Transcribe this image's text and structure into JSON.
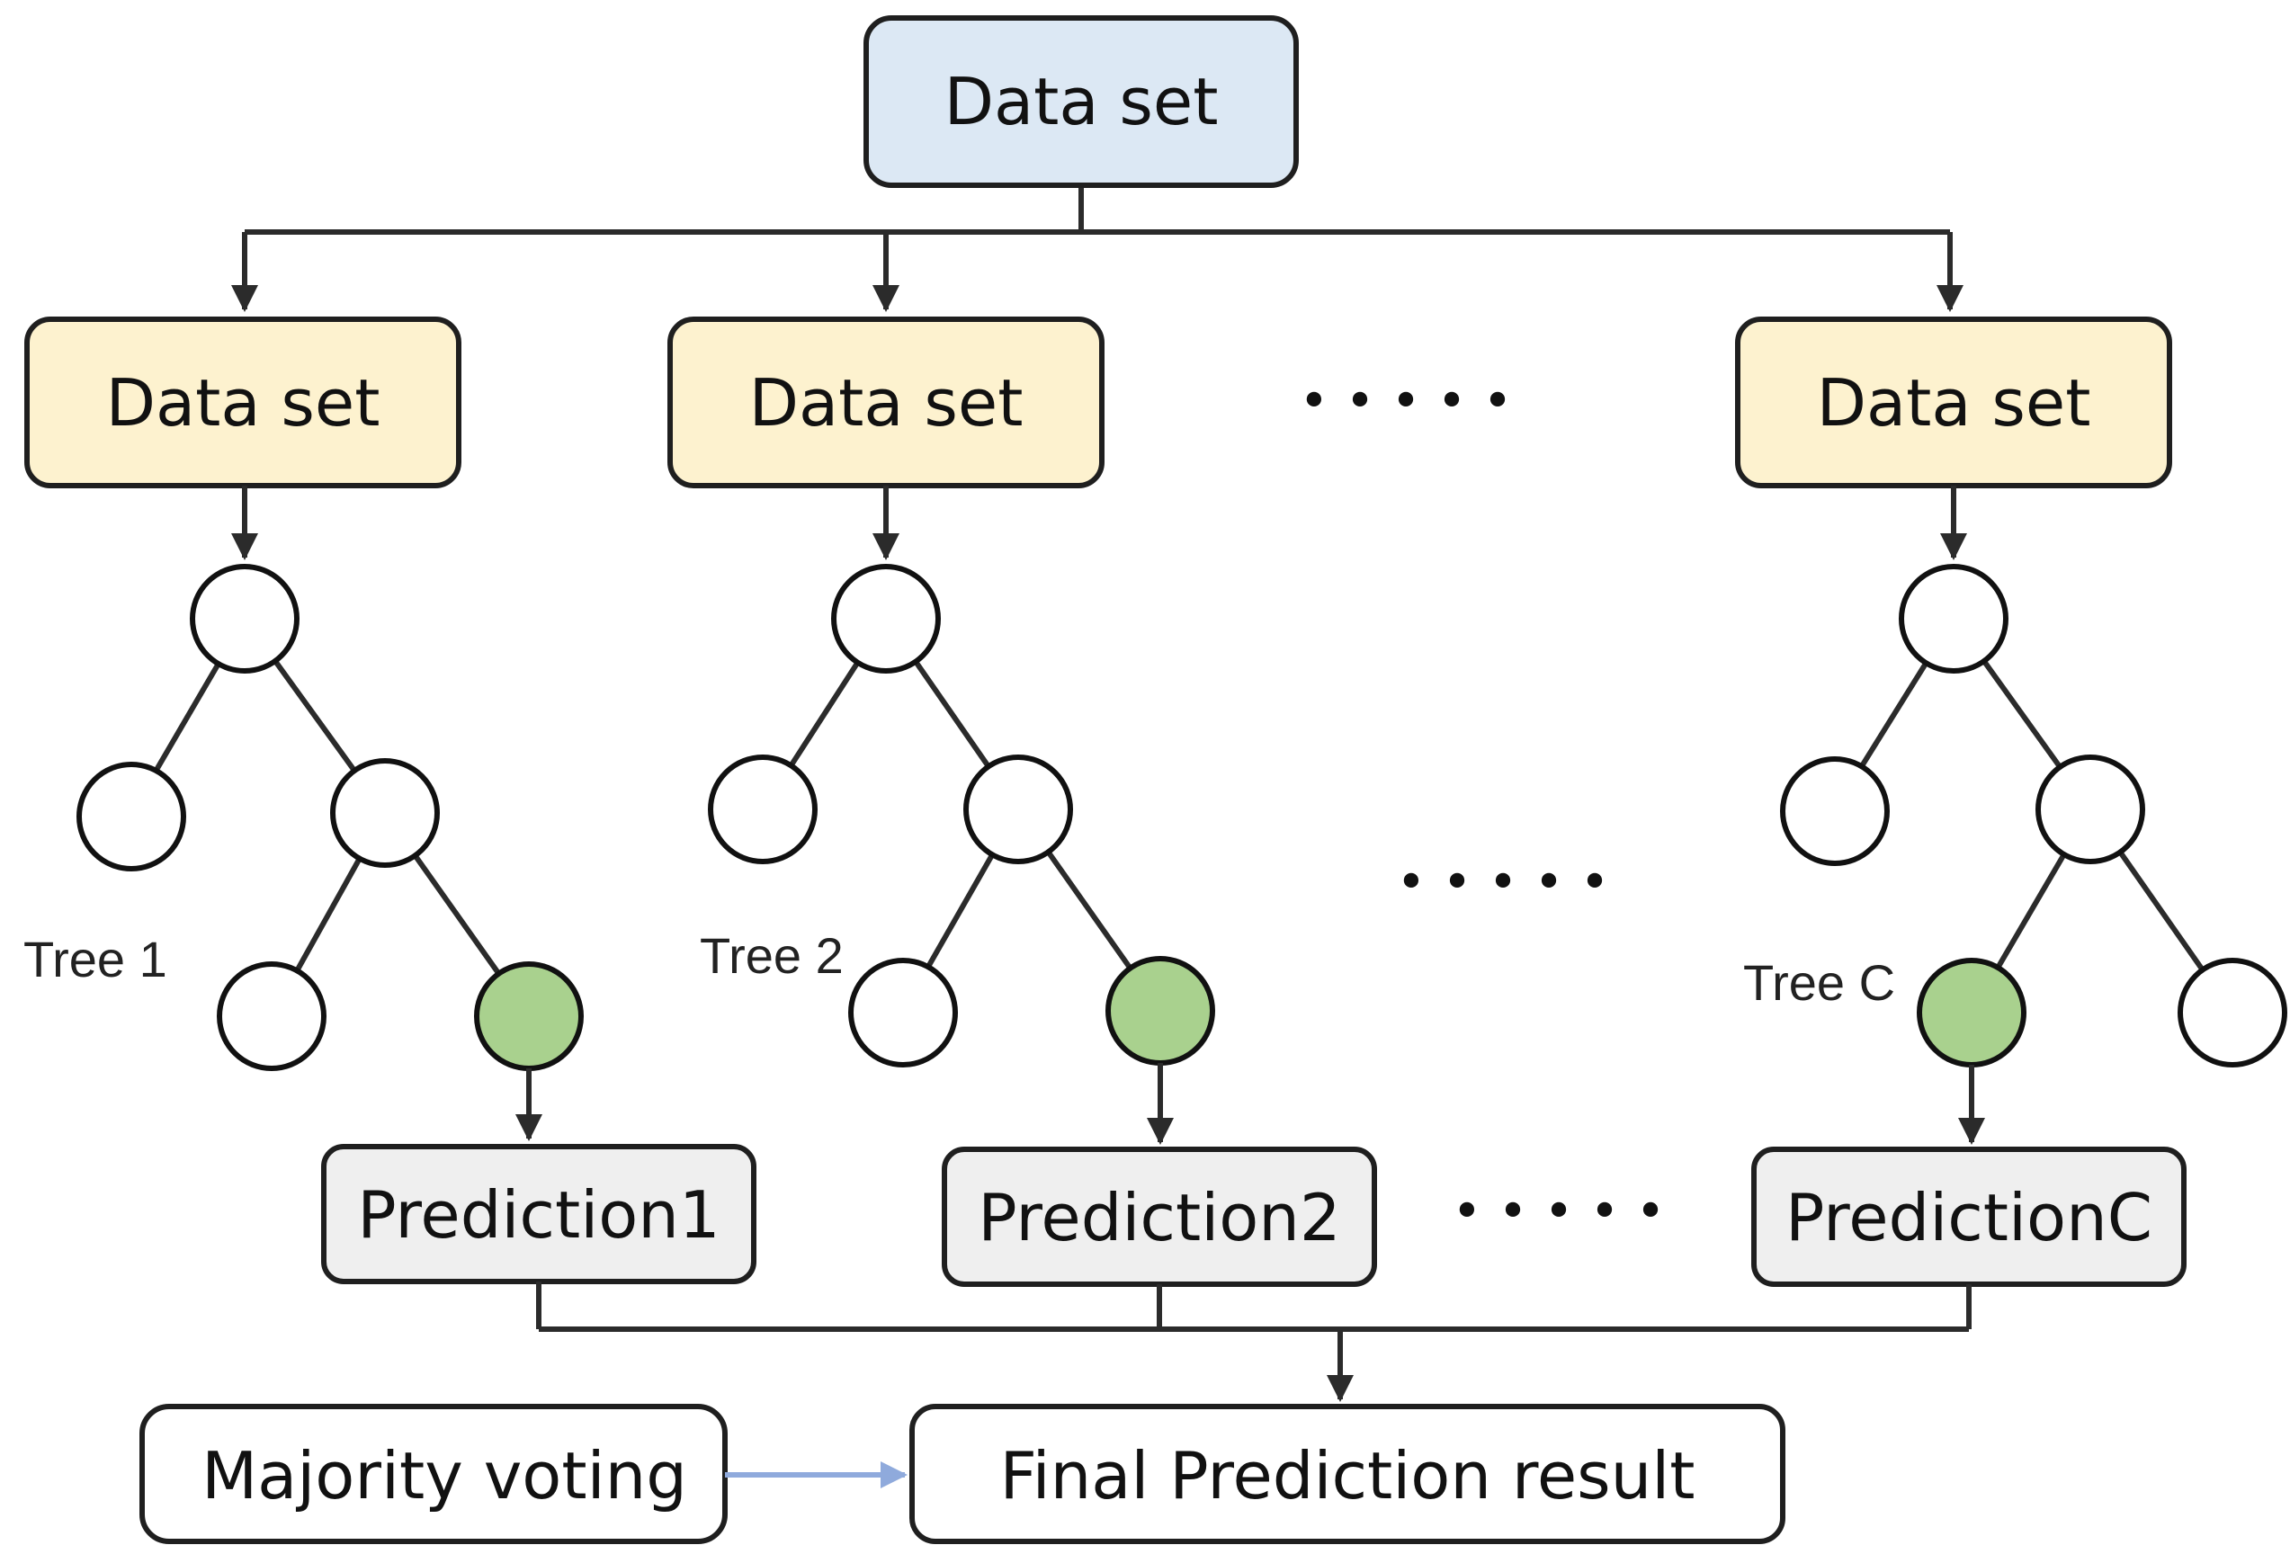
{
  "colors": {
    "root_fill": "#DCE8F4",
    "subset_fill": "#FDF2CF",
    "prediction_fill": "#EFEFEF",
    "final_fill": "#FFFFFF",
    "leaf_fill": "#A9D18E",
    "node_fill": "#FFFFFF",
    "voting_arrow": "#8FAADC",
    "stroke": "#2B2B2B"
  },
  "root": {
    "label": "Data set"
  },
  "subsets": [
    {
      "label": "Data set"
    },
    {
      "label": "Data set"
    },
    {
      "label": "Data set"
    }
  ],
  "trees": [
    {
      "label": "Tree 1"
    },
    {
      "label": "Tree 2"
    },
    {
      "label": "Tree C"
    }
  ],
  "predictions": [
    {
      "label": "Prediction1"
    },
    {
      "label": "Prediction2"
    },
    {
      "label": "PredictionC"
    }
  ],
  "voting": {
    "label": "Majority voting"
  },
  "final": {
    "label": "Final Prediction result"
  },
  "ellipsis": "•••••"
}
